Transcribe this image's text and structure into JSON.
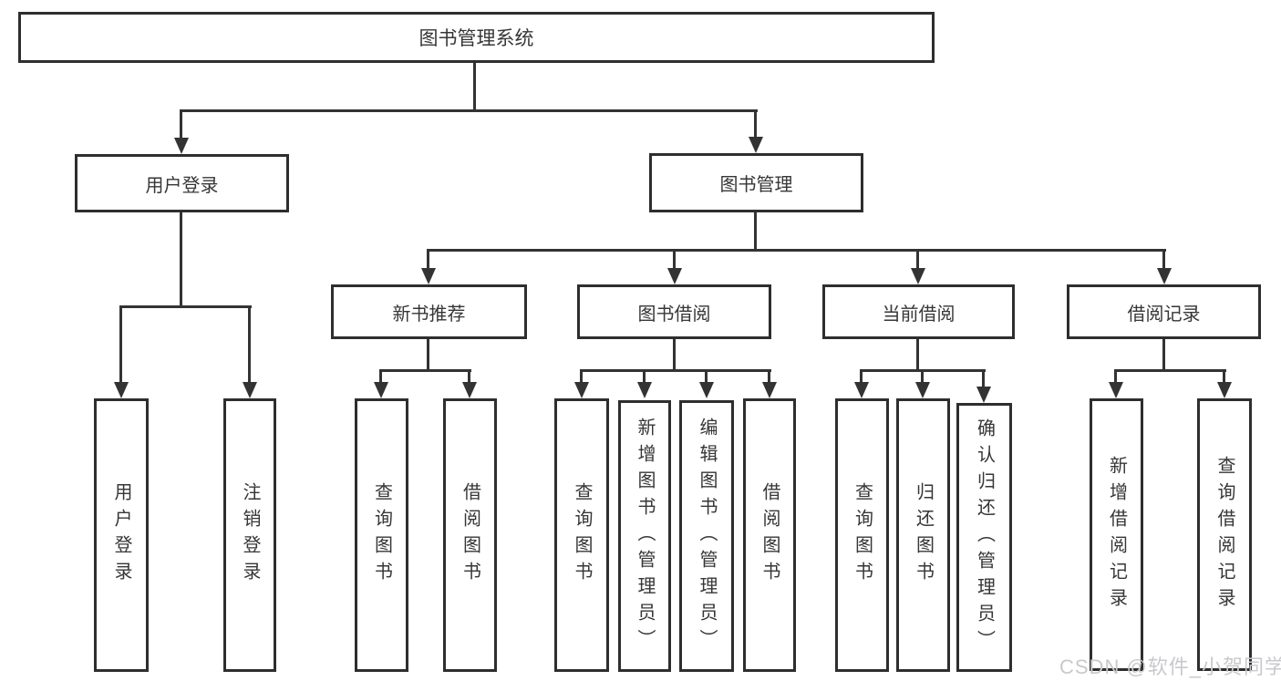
{
  "diagram": {
    "root_label": "图书管理系统",
    "branches": [
      {
        "label": "用户登录",
        "children": [
          "用户登录",
          "注销登录"
        ]
      },
      {
        "label": "图书管理",
        "children": [
          {
            "label": "新书推荐",
            "children": [
              "查询图书",
              "借阅图书"
            ]
          },
          {
            "label": "图书借阅",
            "children": [
              "查询图书",
              "新增图书（管理员）",
              "编辑图书（管理员）",
              "借阅图书"
            ]
          },
          {
            "label": "当前借阅",
            "children": [
              "查询图书",
              "归还图书",
              "确认归还（管理员）"
            ]
          },
          {
            "label": "借阅记录",
            "children": [
              "新增借阅记录",
              "查询借阅记录"
            ]
          }
        ]
      }
    ]
  },
  "watermark": {
    "label": "CSDN @软件_小贺同学"
  },
  "colors": {
    "line": "#333333",
    "box_border": "#2e2e2e",
    "text": "#363636",
    "watermark": "#c9c9cc",
    "background": "#ffffff"
  }
}
